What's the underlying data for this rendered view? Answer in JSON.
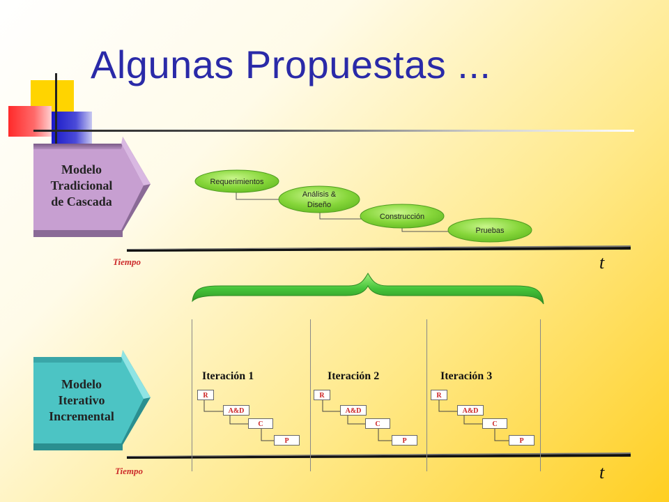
{
  "slide": {
    "title": "Algunas Propuestas ..."
  },
  "waterfall": {
    "model_lines": [
      "Modelo",
      "Tradicional",
      "de Cascada"
    ],
    "phases": [
      "Requerimientos",
      "Análisis &",
      "Diseño",
      "Construcción",
      "Pruebas"
    ],
    "time_label": "Tiempo",
    "t_label": "t",
    "colors": {
      "panel": "#c79fd1",
      "phase": "#7dd32b"
    }
  },
  "iterative": {
    "model_lines": [
      "Modelo",
      "Iterativo",
      "Incremental"
    ],
    "iterations": [
      {
        "title": "Iteración 1",
        "steps": [
          "R",
          "A&D",
          "C",
          "P"
        ]
      },
      {
        "title": "Iteración 2",
        "steps": [
          "R",
          "A&D",
          "C",
          "P"
        ]
      },
      {
        "title": "Iteración 3",
        "steps": [
          "R",
          "A&D",
          "C",
          "P"
        ]
      }
    ],
    "time_label": "Tiempo",
    "t_label": "t",
    "colors": {
      "panel": "#4cc4c4",
      "brace": "#45c43a"
    }
  }
}
